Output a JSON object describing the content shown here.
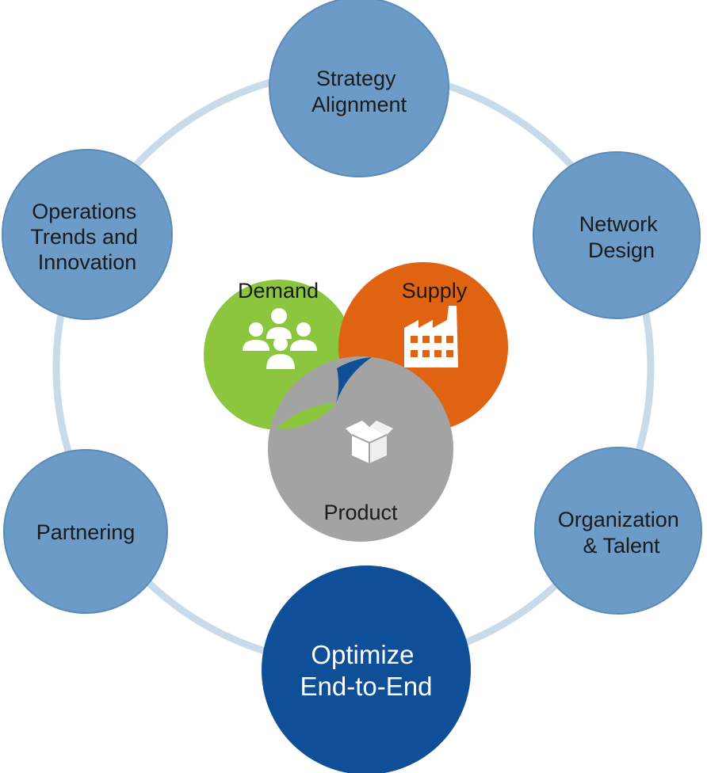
{
  "colors": {
    "ring": "#c9dbe8",
    "node": "#6c9bc7",
    "node_stroke": "#5b8ab6",
    "focus_node": "#0f4f97",
    "demand": "#8cc63f",
    "supply": "#e06312",
    "product": "#a3a3a3",
    "center_overlap": "#0f4f97",
    "icon": "#ffffff"
  },
  "nodes": {
    "strategy": [
      "Strategy",
      "Alignment"
    ],
    "network": [
      "Network",
      "Design"
    ],
    "organization": [
      "Organization",
      "& Talent"
    ],
    "optimize": [
      "Optimize",
      "End-to-End"
    ],
    "partnering": [
      "Partnering"
    ],
    "operations": [
      "Operations",
      "Trends and",
      "Innovation"
    ]
  },
  "venn": {
    "demand": {
      "label": "Demand",
      "icon": "people-group-icon"
    },
    "supply": {
      "label": "Supply",
      "icon": "factory-icon"
    },
    "product": {
      "label": "Product",
      "icon": "box-icon"
    }
  }
}
